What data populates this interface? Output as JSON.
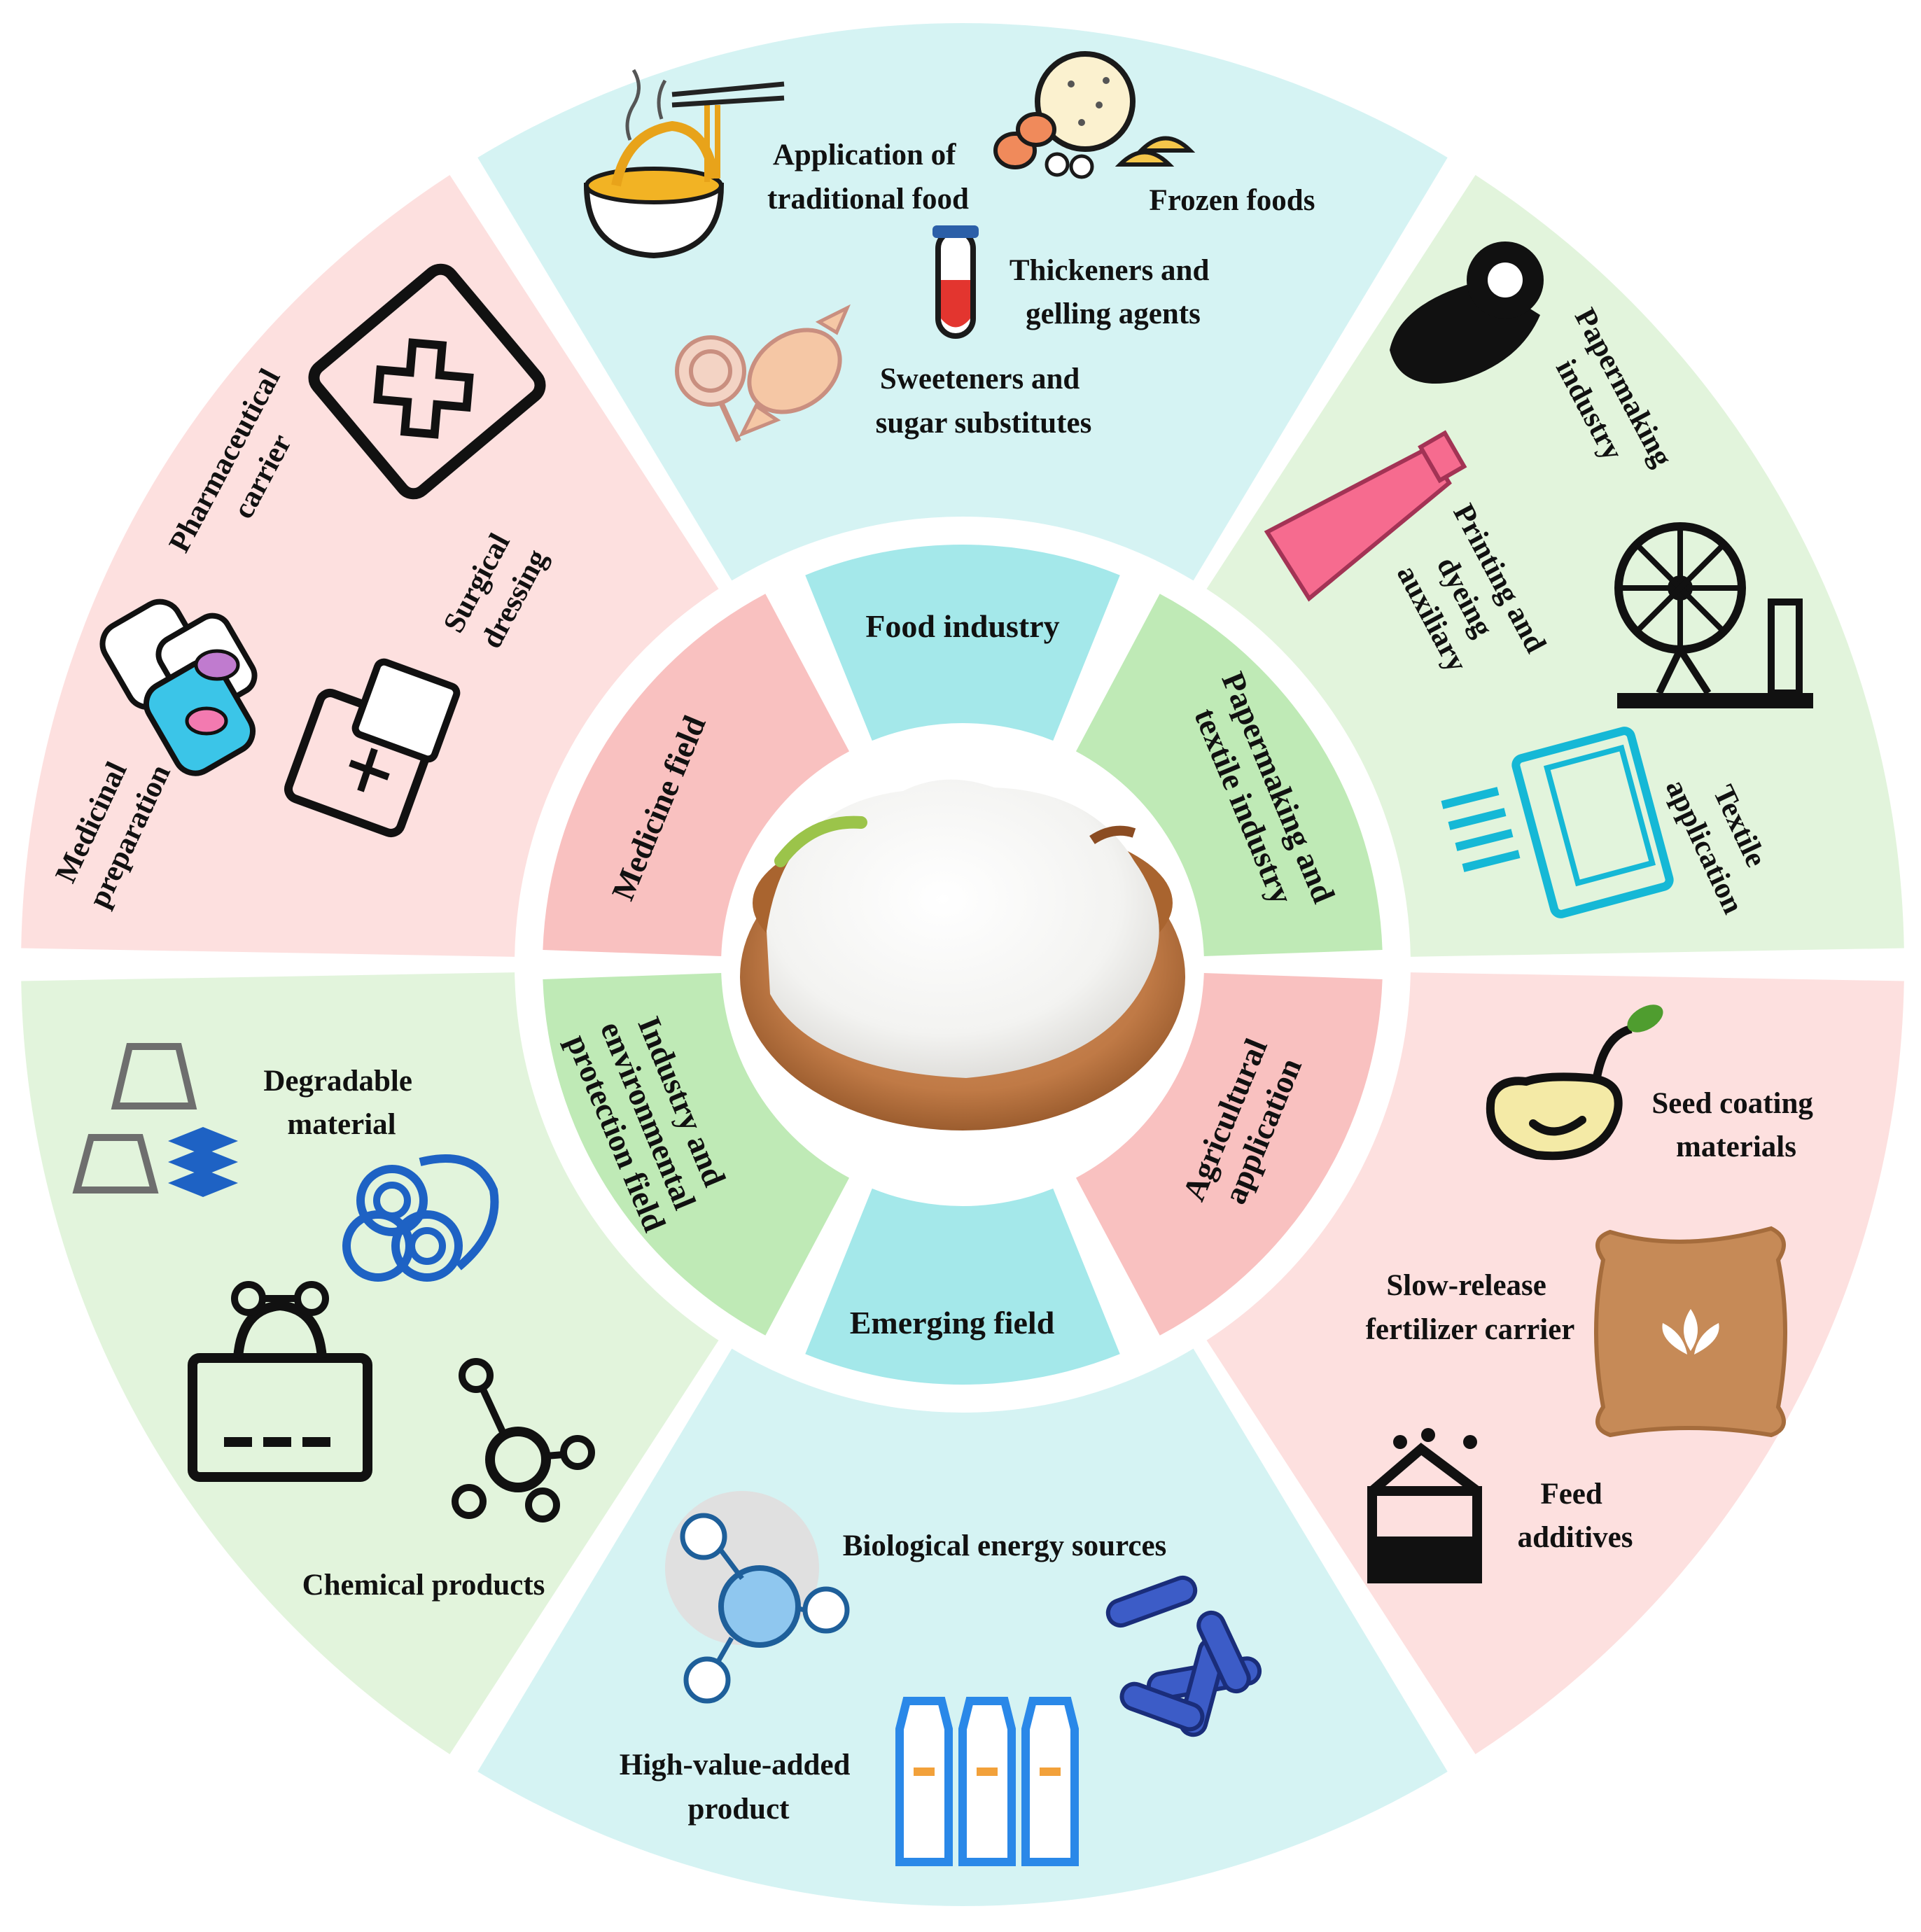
{
  "center": {
    "image": "starch-powder-in-wooden-bowl"
  },
  "colors": {
    "food": "#d5f3f3",
    "food_inner": "#a4e8ea",
    "medicine": "#fde0df",
    "medicine_inner": "#f9c1c0",
    "paper": "#e2f4dc",
    "paper_inner": "#bfeab6"
  },
  "inner": {
    "food": "Food industry",
    "paper": [
      "Papermaking and",
      "textile industry"
    ],
    "agri": [
      "Agricultural",
      "application"
    ],
    "emerging": "Emerging field",
    "industry": [
      "Industry and",
      "environmental",
      "protection field"
    ],
    "medicine": "Medicine field"
  },
  "outer": {
    "food": {
      "traditional": [
        "Application of",
        "traditional food"
      ],
      "frozen": "Frozen foods",
      "thickeners": [
        "Thickeners and",
        "gelling agents"
      ],
      "sweeteners": [
        "Sweeteners and",
        "sugar substitutes"
      ]
    },
    "paper": {
      "papermaking": [
        "Papermaking",
        "industry"
      ],
      "printing": [
        "Printing and",
        "dyeing",
        "auxiliary"
      ],
      "textile": [
        "Textile",
        "application"
      ]
    },
    "agri": {
      "seed": [
        "Seed coating",
        "materials"
      ],
      "slow": [
        "Slow-release",
        "fertilizer carrier"
      ],
      "feed": [
        "Feed",
        "additives"
      ]
    },
    "emerging": {
      "bio": "Biological energy sources",
      "high": [
        "High-value-added",
        "product"
      ]
    },
    "industry": {
      "degradable": [
        "Degradable",
        "material"
      ],
      "chemical": "Chemical products"
    },
    "medicine": {
      "pharma": [
        "Pharmaceutical",
        "carrier"
      ],
      "surgical": [
        "Surgical",
        "dressing"
      ],
      "medicinal": [
        "Medicinal",
        "preparation"
      ]
    }
  }
}
